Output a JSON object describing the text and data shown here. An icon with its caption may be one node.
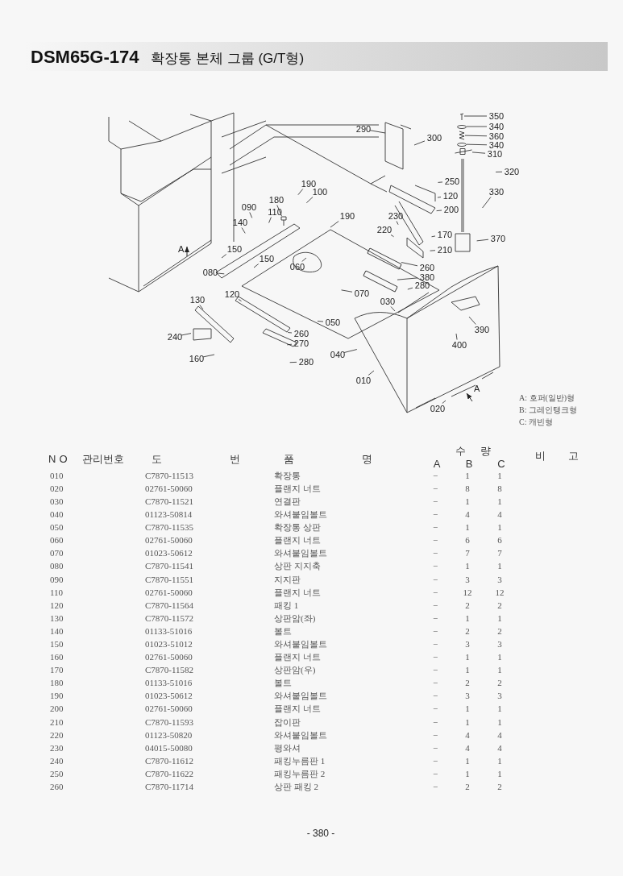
{
  "diagram": {
    "title": "**DSM65G-174** 확장통 본체 그룹 (G/T형)",
    "nodes": [
      {
        "text": [
          "350"
        ]
      },
      {
        "text": [
          "340"
        ]
      },
      {
        "text": [
          "360"
        ]
      },
      {
        "text": [
          "340"
        ]
      },
      {
        "text": [
          "310"
        ]
      },
      {
        "text": [
          "290"
        ]
      },
      {
        "text": [
          "300"
        ]
      },
      {
        "text": [
          "320"
        ]
      },
      {
        "text": [
          "190"
        ]
      },
      {
        "text": [
          "100"
        ]
      },
      {
        "text": [
          "250"
        ]
      },
      {
        "text": [
          "330"
        ]
      },
      {
        "text": [
          "180"
        ]
      },
      {
        "text": [
          "120"
        ]
      },
      {
        "text": [
          "090"
        ]
      },
      {
        "text": [
          "110"
        ]
      },
      {
        "text": [
          "200"
        ]
      },
      {
        "text": [
          "190"
        ]
      },
      {
        "text": [
          "230"
        ]
      },
      {
        "text": [
          "140"
        ]
      },
      {
        "text": [
          "220"
        ]
      },
      {
        "text": [
          "170"
        ]
      },
      {
        "text": [
          "370"
        ]
      },
      {
        "text": [
          "150"
        ]
      },
      {
        "text": [
          "210"
        ]
      },
      {
        "text": [
          "150"
        ]
      },
      {
        "text": [
          "060"
        ]
      },
      {
        "text": [
          "260"
        ]
      },
      {
        "text": [
          "080"
        ]
      },
      {
        "text": [
          "380"
        ]
      },
      {
        "text": [
          "280"
        ]
      },
      {
        "text": [
          "120"
        ]
      },
      {
        "text": [
          "070"
        ]
      },
      {
        "text": [
          "130"
        ]
      },
      {
        "text": [
          "030"
        ]
      },
      {
        "text": [
          "050"
        ]
      },
      {
        "text": [
          "390"
        ]
      },
      {
        "text": [
          "260"
        ]
      },
      {
        "text": [
          "240"
        ]
      },
      {
        "text": [
          "270"
        ]
      },
      {
        "text": [
          "400"
        ]
      },
      {
        "text": [
          "040"
        ]
      },
      {
        "text": [
          "160"
        ]
      },
      {
        "text": [
          "280"
        ]
      },
      {
        "text": [
          "010"
        ]
      },
      {
        "text": [
          "020"
        ]
      },
      {
        "text": [],
        "shape": "pin"
      },
      {
        "text": [],
        "shape": "circle"
      },
      {
        "text": [],
        "shape": "spring"
      },
      {
        "text": [],
        "shape": "circle"
      },
      {
        "text": [],
        "shape": "bracket"
      },
      {
        "text": [],
        "shape": "bolt"
      },
      {
        "text": [],
        "shape": "bar"
      },
      {
        "text": [],
        "shape": "bar"
      }
    ],
    "edges": [
      {
        "from": 0,
        "to": 46,
        "arrow": "none"
      },
      {
        "from": 1,
        "to": 47,
        "arrow": "none"
      },
      {
        "from": 2,
        "to": 48,
        "arrow": "none"
      },
      {
        "from": 3,
        "to": 49,
        "arrow": "none"
      },
      {
        "from": 4,
        "to": 50,
        "arrow": "none"
      },
      {
        "from": 5,
        "to": null,
        "arrow": "none"
      },
      {
        "from": 6,
        "to": null,
        "arrow": "none"
      },
      {
        "from": 7,
        "to": null,
        "arrow": "none"
      },
      {
        "from": 8,
        "to": null,
        "arrow": "none"
      },
      {
        "from": 9,
        "to": null,
        "arrow": "none"
      },
      {
        "from": 10,
        "to": null,
        "arrow": "none"
      },
      {
        "from": 11,
        "to": null,
        "arrow": "none"
      },
      {
        "from": 12,
        "to": 51,
        "arrow": "none"
      },
      {
        "from": 13,
        "to": null,
        "arrow": "none"
      },
      {
        "from": 14,
        "to": null,
        "arrow": "none"
      },
      {
        "from": 15,
        "to": null,
        "arrow": "none"
      },
      {
        "from": 16,
        "to": null,
        "arrow": "none"
      },
      {
        "from": 17,
        "to": null,
        "arrow": "none"
      },
      {
        "from": 18,
        "to": null,
        "arrow": "none"
      },
      {
        "from": 19,
        "to": null,
        "arrow": "none"
      },
      {
        "from": 20,
        "to": null,
        "arrow": "none"
      },
      {
        "from": 21,
        "to": null,
        "arrow": "none"
      },
      {
        "from": 22,
        "to": null,
        "arrow": "none"
      },
      {
        "from": 23,
        "to": null,
        "arrow": "none"
      },
      {
        "from": 24,
        "to": null,
        "arrow": "none"
      },
      {
        "from": 25,
        "to": null,
        "arrow": "none"
      },
      {
        "from": 26,
        "to": null,
        "arrow": "none"
      },
      {
        "from": 27,
        "to": 52,
        "arrow": "none"
      },
      {
        "from": 28,
        "to": null,
        "arrow": "none"
      },
      {
        "from": 29,
        "to": 53,
        "arrow": "none"
      },
      {
        "from": 30,
        "to": null,
        "arrow": "none"
      },
      {
        "from": 31,
        "to": null,
        "arrow": "none"
      },
      {
        "from": 32,
        "to": null,
        "arrow": "none"
      },
      {
        "from": 33,
        "to": null,
        "arrow": "none"
      },
      {
        "from": 34,
        "to": null,
        "arrow": "none"
      },
      {
        "from": 35,
        "to": null,
        "arrow": "none"
      },
      {
        "from": 36,
        "to": null,
        "arrow": "none"
      },
      {
        "from": 37,
        "to": null,
        "arrow": "none"
      },
      {
        "from": 38,
        "to": null,
        "arrow": "none"
      },
      {
        "from": 39,
        "to": null,
        "arrow": "none"
      },
      {
        "from": 40,
        "to": null,
        "arrow": "none"
      },
      {
        "from": 41,
        "to": null,
        "arrow": "none"
      },
      {
        "from": 42,
        "to": null,
        "arrow": "none"
      },
      {
        "from": 43,
        "to": null,
        "arrow": "none"
      },
      {
        "from": 44,
        "to": null,
        "arrow": "none"
      },
      {
        "from": 45,
        "to": null,
        "arrow": "none"
      }
    ],
    "labels": [
      "A",
      "A",
      "A: 호퍼(일반)형",
      "B: 그레인탱크형",
      "C: 캐빈형",
      "NO",
      "관리번호",
      "도 번",
      "품 명",
      "수 량",
      "A",
      "B",
      "C",
      "비 고",
      "010",
      "C7870-11513",
      "확장통",
      "−",
      "1",
      "1",
      "020",
      "02761-50060",
      "플랜지 너트",
      "−",
      "8",
      "8",
      "030",
      "C7870-11521",
      "연결판",
      "−",
      "1",
      "1",
      "040",
      "01123-50814",
      "와셔붙임볼트",
      "−",
      "4",
      "4",
      "050",
      "C7870-11535",
      "확장통 상판",
      "−",
      "1",
      "1",
      "060",
      "02761-50060",
      "플랜지 너트",
      "−",
      "6",
      "6",
      "070",
      "01023-50612",
      "와셔붙임볼트",
      "−",
      "7",
      "7",
      "080",
      "C7870-11541",
      "상판 지지축",
      "−",
      "1",
      "1",
      "090",
      "C7870-11551",
      "지지판",
      "−",
      "3",
      "3",
      "110",
      "02761-50060",
      "플랜지 너트",
      "−",
      "12",
      "12",
      "120",
      "C7870-11564",
      "패킹 1",
      "−",
      "2",
      "2",
      "130",
      "C7870-11572",
      "상판암(좌)",
      "−",
      "1",
      "1",
      "140",
      "01133-51016",
      "볼트",
      "−",
      "2",
      "2",
      "150",
      "01023-51012",
      "와셔붙임볼트",
      "−",
      "3",
      "3",
      "160",
      "02761-50060",
      "플랜지 너트",
      "−",
      "1",
      "1",
      "170",
      "C7870-11582",
      "상판암(우)",
      "−",
      "1",
      "1",
      "180",
      "01133-51016",
      "볼트",
      "−",
      "2",
      "2",
      "190",
      "01023-50612",
      "와셔붙임볼트",
      "−",
      "3",
      "3",
      "200",
      "02761-50060",
      "플랜지 너트",
      "−",
      "1",
      "1",
      "210",
      "C7870-11593",
      "잡이판",
      "−",
      "1",
      "1",
      "220",
      "01123-50820",
      "와셔붙임볼트",
      "−",
      "4",
      "4",
      "230",
      "04015-50080",
      "평와셔",
      "−",
      "4",
      "4",
      "240",
      "C7870-11612",
      "패킹누름판 1",
      "−",
      "1",
      "1",
      "250",
      "C7870-11622",
      "패킹누름판 2",
      "−",
      "1",
      "1",
      "260",
      "C7870-11714",
      "상판 패킹 2",
      "−",
      "2",
      "2",
      "- 380 -"
    ]
  }
}
